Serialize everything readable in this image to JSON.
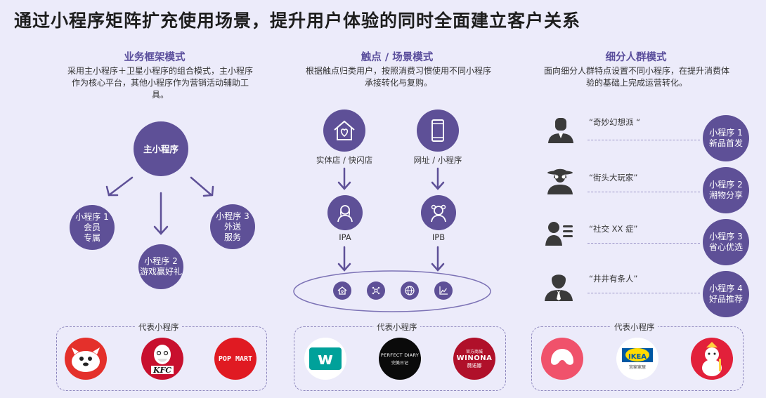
{
  "title": "通过小程序矩阵扩充使用场景，提升用户体验的同时全面建立客户关系",
  "columns": [
    {
      "heading": "业务框架模式",
      "desc": "采用主小程序＋卫星小程序的组合模式，主小程序作为核心平台，其他小程序作为营销活动辅助工具。"
    },
    {
      "heading": "触点 / 场景模式",
      "desc": "根据触点归类用户，按照消费习惯使用不同小程序承接转化与复购。"
    },
    {
      "heading": "细分人群模式",
      "desc": "面向细分人群特点设置不同小程序，在提升消费体验的基础上完成运营转化。"
    }
  ],
  "framework": {
    "main": "主小程序",
    "sat1": [
      "小程序 1",
      "会员",
      "专属"
    ],
    "sat2": [
      "小程序 2",
      "游戏赢好礼"
    ],
    "sat3": [
      "小程序 3",
      "外送",
      "服务"
    ]
  },
  "touch": {
    "store_label": "实体店 / 快闪店",
    "web_label": "网址 / 小程序",
    "ipa": "IPA",
    "ipb": "IPB",
    "bottom_icons": [
      "house-icon",
      "network-icon",
      "globe-icon",
      "chart-icon"
    ]
  },
  "segments": [
    {
      "quote": "“奇妙幻想派 “",
      "name": "小程序 1",
      "tag": "新品首发",
      "icon": "user-suit-icon"
    },
    {
      "quote": "“街头大玩家”",
      "name": "小程序 2",
      "tag": "潮物分享",
      "icon": "spy-icon"
    },
    {
      "quote": "“社交 XX 症”",
      "name": "小程序 3",
      "tag": "省心优选",
      "icon": "user-list-icon"
    },
    {
      "quote": "“井井有条人”",
      "name": "小程序 4",
      "tag": "好品推荐",
      "icon": "user-tie-icon"
    }
  ],
  "rep_label": "代表小程序",
  "brands": {
    "col1": [
      {
        "name": "jd-joy",
        "text": ""
      },
      {
        "name": "kfc",
        "text": "KFC"
      },
      {
        "name": "popmart",
        "text": "POP MART"
      }
    ],
    "col2": [
      {
        "name": "watsons",
        "text": "w"
      },
      {
        "name": "perfect-diary",
        "text": "PERFECT DIARY",
        "sub": "完美日记"
      },
      {
        "name": "winona",
        "text": "WINONA",
        "top": "官方商城",
        "sub": "薇诺娜"
      }
    ],
    "col3": [
      {
        "name": "xiaohongshu-like",
        "text": ""
      },
      {
        "name": "ikea",
        "text": "IKEA",
        "sub": "宜家家居"
      },
      {
        "name": "mixue",
        "text": ""
      }
    ]
  },
  "colors": {
    "primary": "#5e5097",
    "bg": "#ecebfa"
  }
}
